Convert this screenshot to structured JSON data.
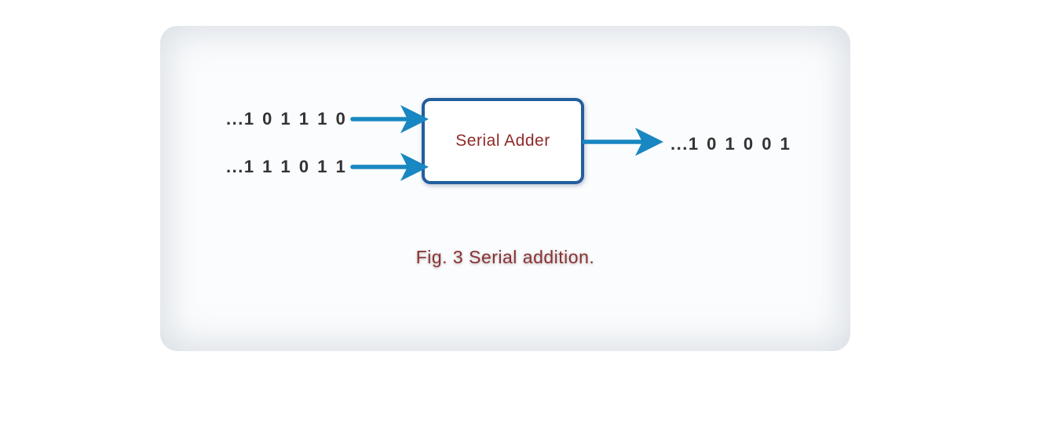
{
  "figure": {
    "caption": "Fig. 3 Serial addition."
  },
  "diagram": {
    "input_operand_1": "...1 0 1 1 1 0",
    "input_operand_2": "...1 1 1 0 1 1",
    "adder_label": "Serial Adder",
    "output_result": "...1 0 1 0 0 1"
  },
  "icons": {
    "input_arrow_1": "arrow-right",
    "input_arrow_2": "arrow-right",
    "output_arrow": "arrow-right"
  },
  "colors": {
    "arrow_blue": "#1987c1",
    "box_border_blue": "#235e9e",
    "adder_label_red": "#8e2a28",
    "operand_text": "#333333",
    "caption_red": "#8a3134",
    "card_background": "#fbfcfd",
    "page_background": "#ffffff"
  }
}
